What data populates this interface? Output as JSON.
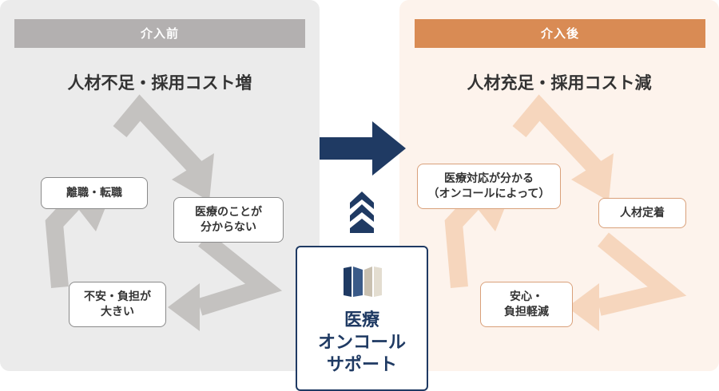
{
  "before": {
    "label": "介入前",
    "title": "人材不足・採用コスト増",
    "items": [
      "離職・転職",
      "医療のことが\n分からない",
      "不安・負担が\n大きい"
    ]
  },
  "after": {
    "label": "介入後",
    "title": "人材充足・採用コスト減",
    "items": [
      "医療対応が分かる\n（オンコールによって）",
      "人材定着",
      "安心・\n負担軽減"
    ]
  },
  "support": {
    "title": "医療\nオンコール\nサポート"
  },
  "colors": {
    "before_band": "#b3b0b0",
    "after_band": "#d98b54",
    "before_cycle": "#c4c2c0",
    "after_cycle": "#f6d6bd",
    "arrow": "#1f3a63"
  },
  "icons": [
    "cycle-arrows-icon",
    "right-arrow-icon",
    "double-chevron-up-icon",
    "logo-icon"
  ]
}
